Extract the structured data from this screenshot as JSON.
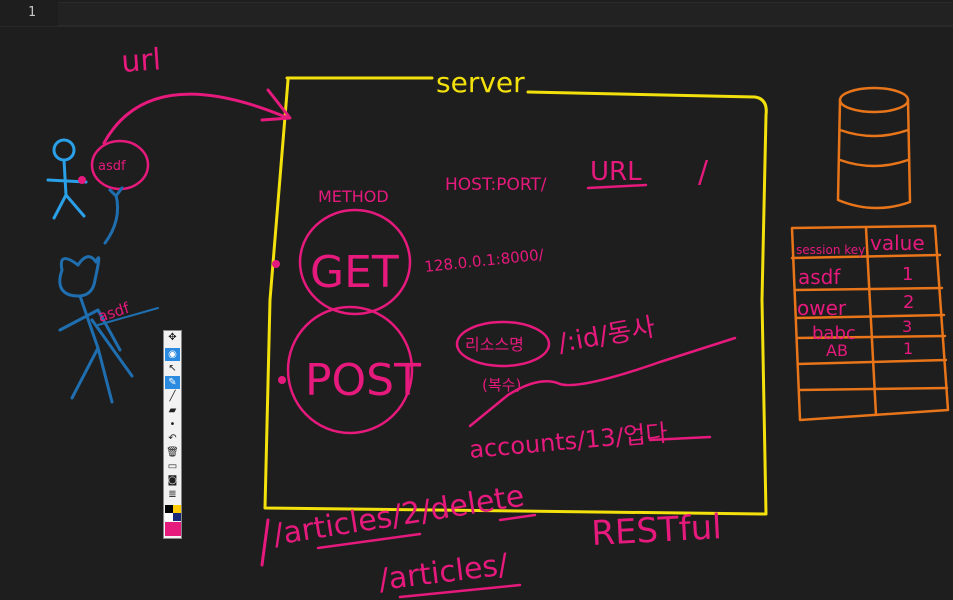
{
  "editor": {
    "line_number": "1"
  },
  "whiteboard": {
    "labels": {
      "url_top": "url",
      "server_title": "server",
      "method": "METHOD",
      "host_port": "HOST:PORT/",
      "url_mid": "URL",
      "slash_mid": "/",
      "get": "GET",
      "post": "POST",
      "ip": "128.0.0.1:8000/",
      "resource": "리소스명",
      "plural": "(복수)",
      "id_action": "/:id/동사",
      "accounts": "accounts/13/업다",
      "articles_delete": "/articles/2/delete",
      "articles": "/articles/",
      "restful": "RESTful",
      "asdf_user": "asdf",
      "asdf_hacker": "asdf"
    },
    "session_table": {
      "headers": [
        "session key",
        "value"
      ],
      "rows": [
        [
          "asdf",
          "1"
        ],
        [
          "ower",
          "2"
        ],
        [
          "babc",
          "3"
        ],
        [
          "AB",
          "1"
        ],
        [
          "",
          ""
        ],
        [
          "",
          ""
        ]
      ]
    },
    "colors": {
      "pink": "#e6197d",
      "yellow": "#f2e10c",
      "blue": "#2aa0e8",
      "dark_blue": "#1f6fb0",
      "orange": "#e8751a",
      "background": "#1e1e1e"
    }
  },
  "toolbar": {
    "tools": [
      {
        "icon": "eye-icon",
        "glyph": "◉"
      },
      {
        "icon": "cursor-icon",
        "glyph": "↖"
      },
      {
        "icon": "pen-icon",
        "glyph": "✎"
      },
      {
        "icon": "line-icon",
        "glyph": "╱"
      },
      {
        "icon": "eraser-icon",
        "glyph": "▰"
      },
      {
        "icon": "dot-icon",
        "glyph": "•"
      },
      {
        "icon": "undo-icon",
        "glyph": "↶"
      },
      {
        "icon": "trash-icon",
        "glyph": "🗑"
      },
      {
        "icon": "screen-icon",
        "glyph": "▭"
      },
      {
        "icon": "camera-icon",
        "glyph": "◙"
      },
      {
        "icon": "layers-icon",
        "glyph": "≣"
      }
    ],
    "swatches": [
      "#000000",
      "#ffcc00",
      "#ffffff",
      "#e6197d"
    ]
  }
}
